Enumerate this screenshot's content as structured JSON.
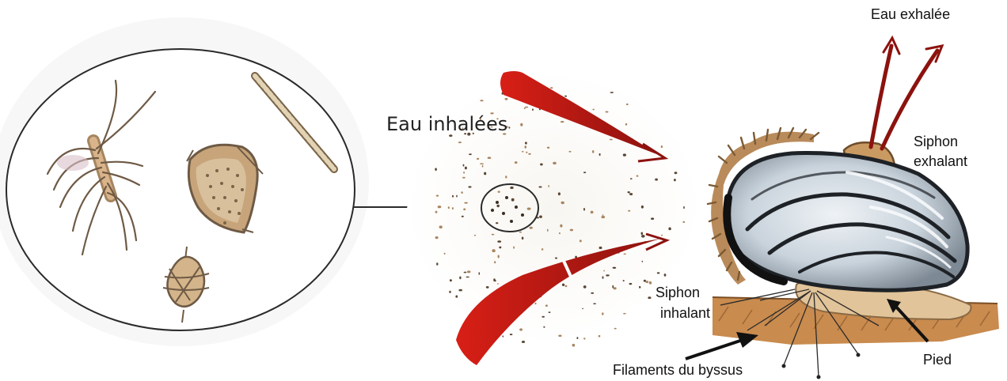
{
  "labels": {
    "water_inhaled": "Eau inhalées",
    "water_exhaled": "Eau exhalée",
    "exhalant_siphon_line1": "Siphon",
    "exhalant_siphon_line2": "exhalant",
    "inhalant_siphon_line1": "Siphon",
    "inhalant_siphon_line2": "inhalant",
    "byssus_filaments": "Filaments du byssus",
    "foot": "Pied"
  },
  "colors": {
    "arrow_red": "#b51a14",
    "shell_blue": "#c9d3dc",
    "shell_dark": "#1e2226",
    "tissue_brown": "#c99a62",
    "sediment": "#c98b4e",
    "plankton": "#a88560"
  }
}
